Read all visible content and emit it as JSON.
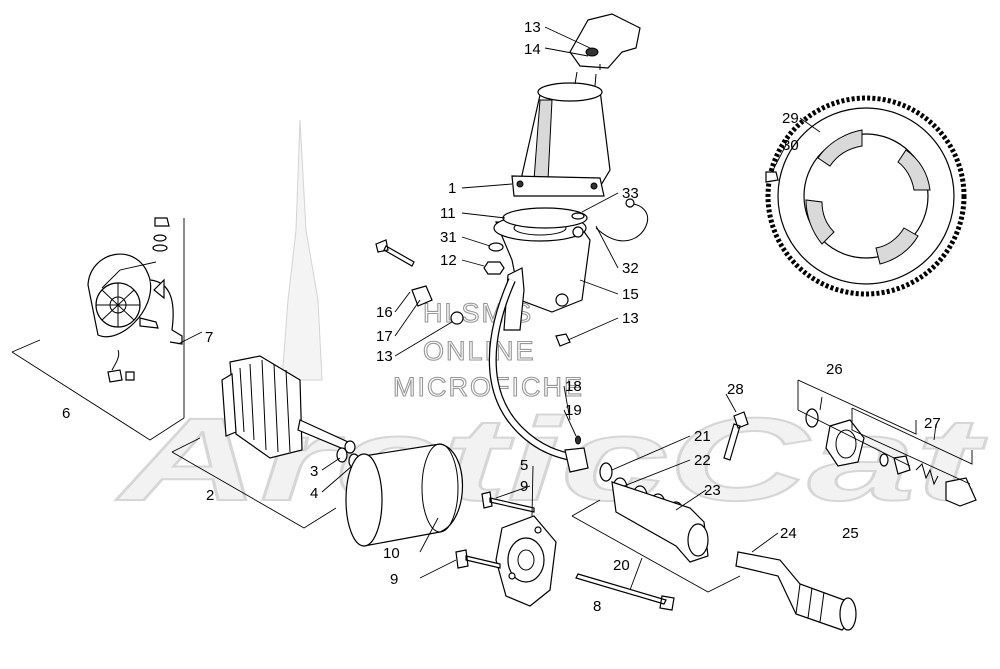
{
  "watermark": {
    "line1": "HLSM'S",
    "line2": "ONLINE",
    "line3": "MICROFICHE",
    "brand": "ArcticCat"
  },
  "callouts": {
    "c1": "1",
    "c2": "2",
    "c3": "3",
    "c4": "4",
    "c5": "5",
    "c6": "6",
    "c7": "7",
    "c8": "8",
    "c9a": "9",
    "c9b": "9",
    "c10": "10",
    "c11": "11",
    "c12": "12",
    "c13a": "13",
    "c13b": "13",
    "c13c": "13",
    "c14": "14",
    "c15": "15",
    "c16": "16",
    "c17": "17",
    "c18": "18",
    "c19": "19",
    "c20": "20",
    "c21": "21",
    "c22": "22",
    "c23": "23",
    "c24": "24",
    "c25": "25",
    "c26": "26",
    "c27": "27",
    "c28": "28",
    "c29": "29",
    "c30": "30",
    "c31": "31",
    "c32": "32",
    "c33": "33"
  },
  "colors": {
    "ink": "#000000",
    "watermark": "#8c8c8c",
    "background": "#ffffff"
  }
}
